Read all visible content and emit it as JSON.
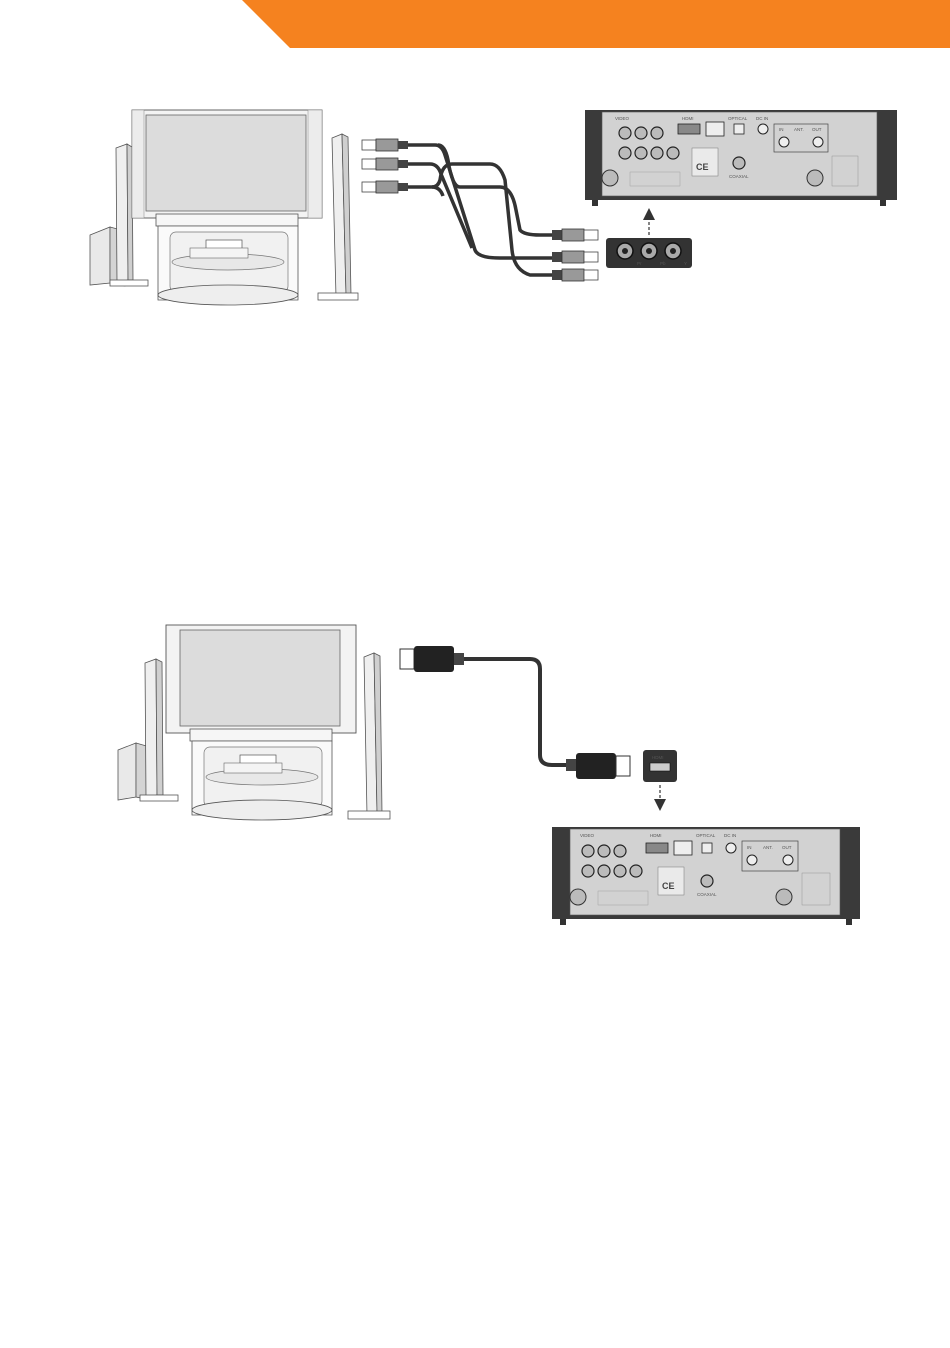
{
  "header": {
    "accent_color": "#F5821F"
  },
  "figure_component": {
    "caption": "",
    "panel_labels": {
      "av": "VIDEO",
      "hdmi": "HDMI",
      "optical": "OPTICAL",
      "dcin": "DC IN",
      "rf_in": "IN",
      "rf_ant": "ANT.",
      "rf_out": "OUT",
      "coaxial": "COAXIAL",
      "ce": "CE"
    },
    "inset_labels": {
      "pr": "Pr",
      "pb": "Pb",
      "y": "Y"
    }
  },
  "figure_hdmi": {
    "caption": "",
    "inset_label": "HDMI",
    "panel_labels": {
      "av": "VIDEO",
      "hdmi": "HDMI",
      "optical": "OPTICAL",
      "dcin": "DC IN",
      "rf_in": "IN",
      "rf_ant": "ANT.",
      "rf_out": "OUT",
      "coaxial": "COAXIAL",
      "ce": "CE"
    }
  }
}
